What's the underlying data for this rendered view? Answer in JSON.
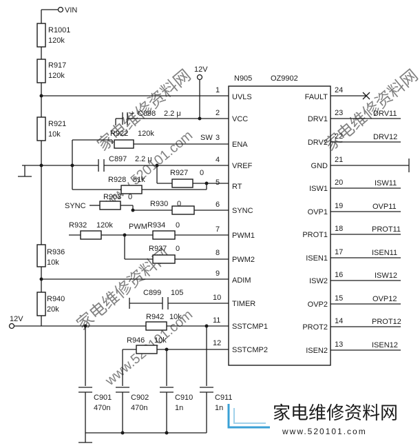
{
  "power": {
    "vin": "VIN",
    "v12_top": "12V",
    "v12_bottom": "12V"
  },
  "ic": {
    "ref": "N905",
    "part": "OZ9902",
    "left_pins": [
      {
        "num": "1",
        "name": "UVLS"
      },
      {
        "num": "2",
        "name": "VCC"
      },
      {
        "num": "3",
        "name": "ENA"
      },
      {
        "num": "4",
        "name": "VREF"
      },
      {
        "num": "5",
        "name": "RT"
      },
      {
        "num": "6",
        "name": "SYNC"
      },
      {
        "num": "7",
        "name": "PWM1"
      },
      {
        "num": "8",
        "name": "PWM2"
      },
      {
        "num": "9",
        "name": "ADIM"
      },
      {
        "num": "10",
        "name": "TIMER"
      },
      {
        "num": "11",
        "name": "SSTCMP1"
      },
      {
        "num": "12",
        "name": "SSTCMP2"
      }
    ],
    "right_pins": [
      {
        "num": "24",
        "name": "FAULT",
        "net": ""
      },
      {
        "num": "23",
        "name": "DRV1",
        "net": "DRV11"
      },
      {
        "num": "22",
        "name": "DRV2",
        "net": "DRV12"
      },
      {
        "num": "21",
        "name": "GND",
        "net": ""
      },
      {
        "num": "20",
        "name": "ISW1",
        "net": "ISW11"
      },
      {
        "num": "19",
        "name": "OVP1",
        "net": "OVP11"
      },
      {
        "num": "18",
        "name": "PROT1",
        "net": "PROT11"
      },
      {
        "num": "17",
        "name": "ISEN1",
        "net": "ISEN11"
      },
      {
        "num": "16",
        "name": "ISW2",
        "net": "ISW12"
      },
      {
        "num": "15",
        "name": "OVP2",
        "net": "OVP12"
      },
      {
        "num": "14",
        "name": "PROT2",
        "net": "PROT12"
      },
      {
        "num": "13",
        "name": "ISEN2",
        "net": "ISEN12"
      }
    ]
  },
  "resistors": {
    "r1001": {
      "ref": "R1001",
      "val": "120k"
    },
    "r917": {
      "ref": "R917",
      "val": "120k"
    },
    "r921": {
      "ref": "R921",
      "val": "10k"
    },
    "r936": {
      "ref": "R936",
      "val": "10k"
    },
    "r940": {
      "ref": "R940",
      "val": "20k"
    },
    "r922": {
      "ref": "R922",
      "val": "120k"
    },
    "r927": {
      "ref": "R927",
      "val": "0"
    },
    "r928": {
      "ref": "R928",
      "val": "51k"
    },
    "r903": {
      "ref": "R903",
      "val": "0"
    },
    "r930": {
      "ref": "R930",
      "val": "0"
    },
    "r932": {
      "ref": "R932",
      "val": "120k"
    },
    "r934": {
      "ref": "R934",
      "val": "0"
    },
    "r937": {
      "ref": "R937",
      "val": "0"
    },
    "r942": {
      "ref": "R942",
      "val": "10k"
    },
    "r946": {
      "ref": "R946",
      "val": "10k"
    }
  },
  "capacitors": {
    "c898": {
      "ref": "C898",
      "val": "2.2 μ"
    },
    "c897": {
      "ref": "C897",
      "val": "2.2 μ"
    },
    "c899": {
      "ref": "C899",
      "val": "105"
    },
    "c901": {
      "ref": "C901",
      "val": "470n"
    },
    "c902": {
      "ref": "C902",
      "val": "470n"
    },
    "c910": {
      "ref": "C910",
      "val": "1n"
    },
    "c911": {
      "ref": "C911",
      "val": "1n"
    }
  },
  "nets": {
    "sw": "SW",
    "sync": "SYNC",
    "pwm": "PWM"
  },
  "watermark": {
    "site_cn": "家电维修资料网",
    "site_url": "www.520101.com"
  }
}
